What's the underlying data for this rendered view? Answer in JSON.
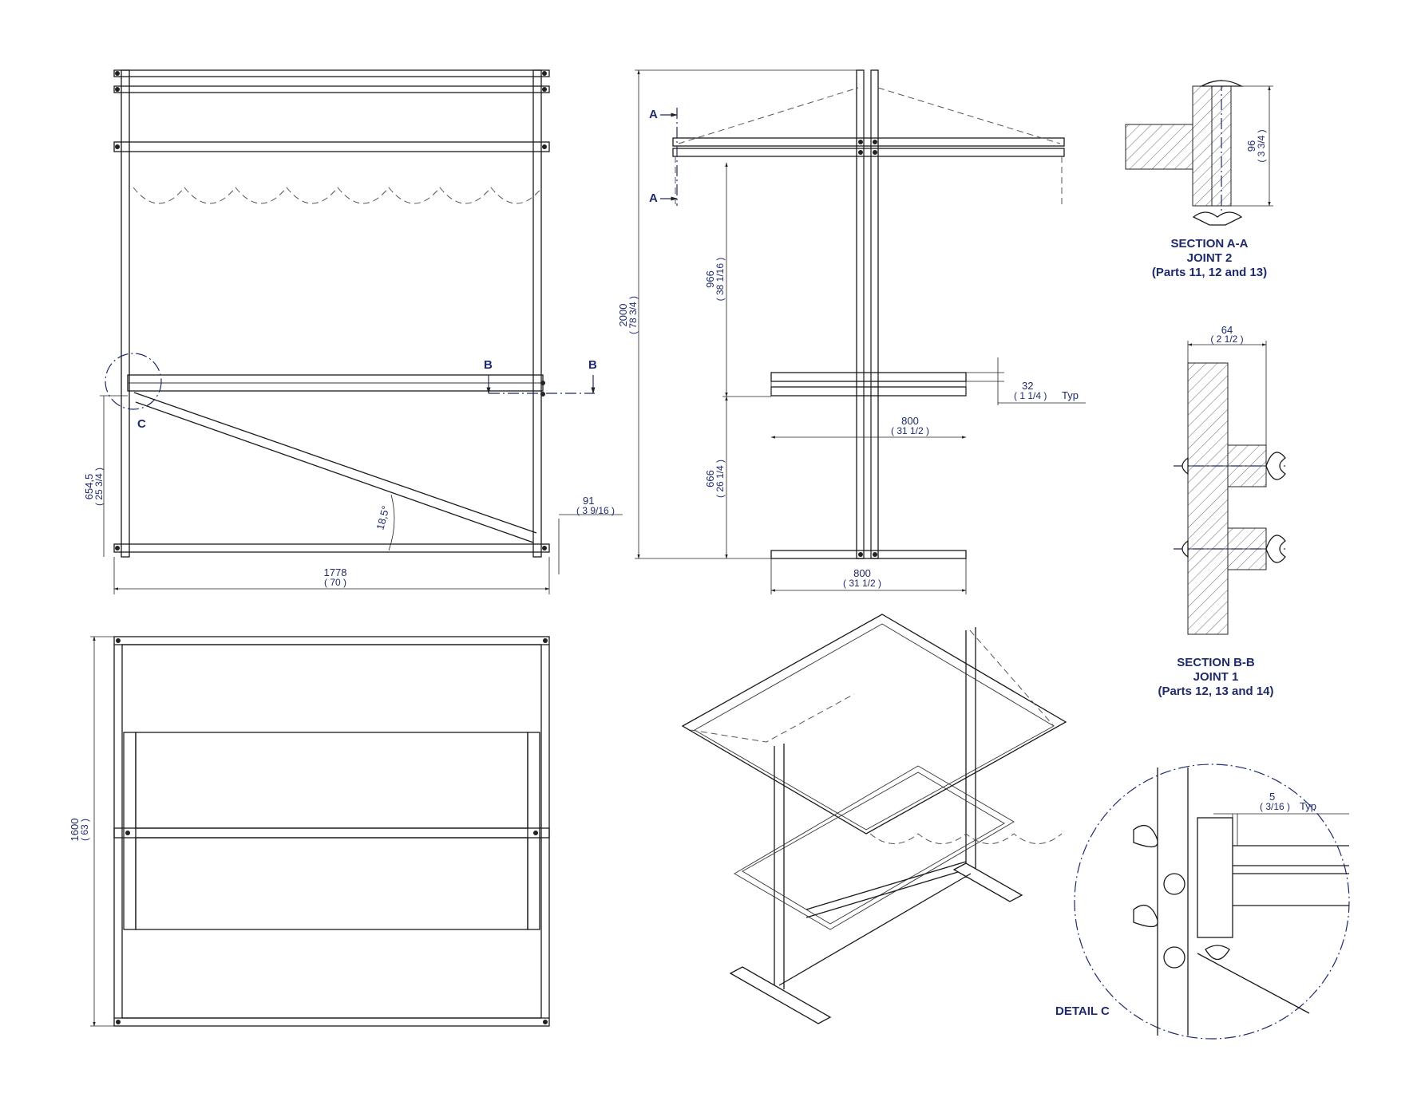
{
  "front_view": {
    "width_mm": "1778",
    "width_in": "( 70 )",
    "height_mm": "654,5",
    "height_in": "( 25 3/4 )",
    "angle": "18,5°",
    "offset_mm": "91",
    "offset_in": "( 3 9/16 )",
    "detail_marker": "C",
    "section_marker": "B"
  },
  "side_view": {
    "total_mm": "2000",
    "total_in": "( 78 3/4 )",
    "upper_mm": "966",
    "upper_in": "( 38 1/16 )",
    "lower_mm": "666",
    "lower_in": "( 26 1/4 )",
    "shelf_w_mm": "800",
    "shelf_w_in": "( 31 1/2 )",
    "base_w_mm": "800",
    "base_w_in": "( 31 1/2 )",
    "gap_mm": "32",
    "gap_in": "( 1 1/4 )",
    "gap_typ": "Typ",
    "section_marker": "A"
  },
  "top_view": {
    "depth_mm": "1600",
    "depth_in": "( 63 )"
  },
  "section_aa": {
    "title": "SECTION A-A",
    "joint": "JOINT 2",
    "parts": "(Parts 11, 12 and 13)",
    "dim_mm": "96",
    "dim_in": "( 3 3/4 )"
  },
  "section_bb": {
    "title": "SECTION B-B",
    "joint": "JOINT 1",
    "parts": "(Parts 12, 13 and 14)",
    "dim_mm": "64",
    "dim_in": "( 2 1/2 )"
  },
  "detail_c": {
    "title": "DETAIL C",
    "gap_mm": "5",
    "gap_in": "( 3/16 )",
    "gap_typ": "Typ"
  }
}
